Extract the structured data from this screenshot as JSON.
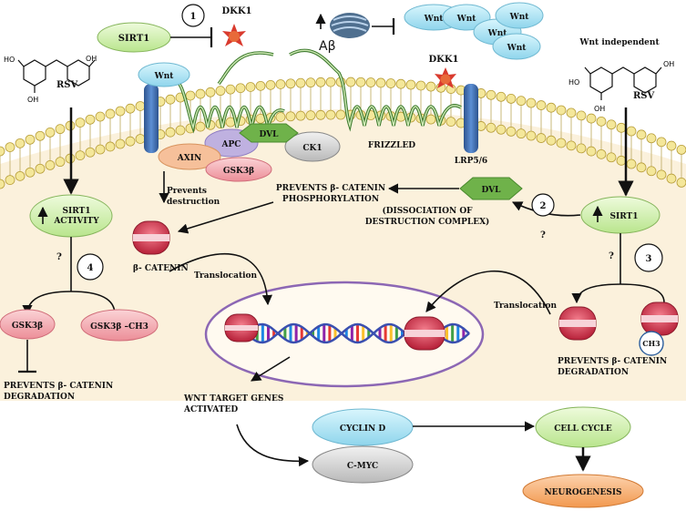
{
  "labels": {
    "sirt1_top": "SIRT1",
    "dkk1_top": "DKK1",
    "abeta": "Aβ",
    "wnt_cluster": [
      "Wnt",
      "Wnt",
      "Wnt",
      "Wnt",
      "Wnt"
    ],
    "wnt_independent": "Wnt independent",
    "rsv_left": "RSV",
    "rsv_right": "RSV",
    "wnt_receptor": "Wnt",
    "dvl_membrane": "DVL",
    "apc": "APC",
    "ck1": "CK1",
    "axin": "AXIN",
    "gsk3b_complex": "GSK3β",
    "frizzled": "FRIZZLED",
    "dkk1_membrane": "DKK1",
    "lrp56": "LRP5/6",
    "prevents_destruction": [
      "Prevents",
      "destruction"
    ],
    "prevents_phosphorylation": [
      "PREVENTS β- CATENIN",
      "PHOSPHORYLATION"
    ],
    "dissociation": [
      "(DISSOCIATION OF",
      "DESTRUCTION COMPLEX)"
    ],
    "dvl_cyto": "DVL",
    "sirt1_activity": [
      "SIRT1",
      "ACTIVITY"
    ],
    "sirt1_right": "SIRT1",
    "beta_catenin": "β- CATENIN",
    "translocation_left": "Translocation",
    "translocation_right": "Translocation",
    "question": "?",
    "gsk3b": "GSK3β",
    "gsk3b_ch3": "GSK3β –CH3",
    "prevents_degradation_left": [
      "PREVENTS β- CATENIN",
      "DEGRADATION"
    ],
    "prevents_degradation_right": [
      "PREVENTS β- CATENIN",
      "DEGRADATION"
    ],
    "ch3": "CH3",
    "wnt_target": [
      "WNT TARGET GENES",
      "ACTIVATED"
    ],
    "cyclin_d": "CYCLIN D",
    "c_myc": "C-MYC",
    "cell_cycle": "CELL CYCLE",
    "neurogenesis": "NEUROGENESIS",
    "num_1": "1",
    "num_2": "2",
    "num_3": "3",
    "num_4": "4"
  },
  "colors": {
    "cytoplasm": "#fbf1dc",
    "lipid_head": "#f4e79a",
    "lrp": "#3f6fb5",
    "wnt": "#a6e3f3",
    "sirt1": "#d7f3b4",
    "dvl": "#6fb24a",
    "apc": "#bfb1e0",
    "ck1": "#d8d8d8",
    "axin": "#f6c09a",
    "gsk3b": "#f0a7ad",
    "catenin": "#d63e55",
    "cyclin": "#a9e2f2",
    "cmyc": "#c9c9c9",
    "cell_cycle": "#d7f3b4",
    "neurogenesis": "#f6ad72",
    "nucleus_border": "#8c67b4",
    "number_text": "#e23a3a"
  }
}
